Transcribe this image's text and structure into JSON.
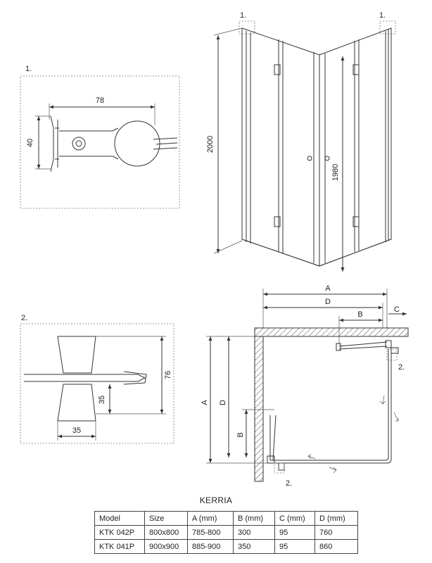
{
  "detail1": {
    "tag": "1.",
    "dim_width": "78",
    "dim_height": "40"
  },
  "detail2": {
    "tag": "2.",
    "dim_height": "76",
    "dim_mid": "35",
    "dim_width": "35"
  },
  "elevation": {
    "tag_left": "1.",
    "tag_right": "1.",
    "dim_total_height": "2000",
    "dim_door_height": "1980"
  },
  "plan": {
    "label_A_top": "A",
    "label_D_top": "D",
    "label_B_top": "B",
    "label_C_top": "C",
    "label_A_side": "A",
    "label_D_side": "D",
    "label_B_side": "B",
    "tag_top": "2.",
    "tag_bottom": "2."
  },
  "table": {
    "title": "KERRIA",
    "headers": [
      "Model",
      "Size",
      "A (mm)",
      "B (mm)",
      "C (mm)",
      "D (mm)"
    ],
    "rows": [
      [
        "KTK 042P",
        "800x800",
        "785-800",
        "300",
        "95",
        "760"
      ],
      [
        "KTK 041P",
        "900x900",
        "885-900",
        "350",
        "95",
        "860"
      ]
    ]
  }
}
